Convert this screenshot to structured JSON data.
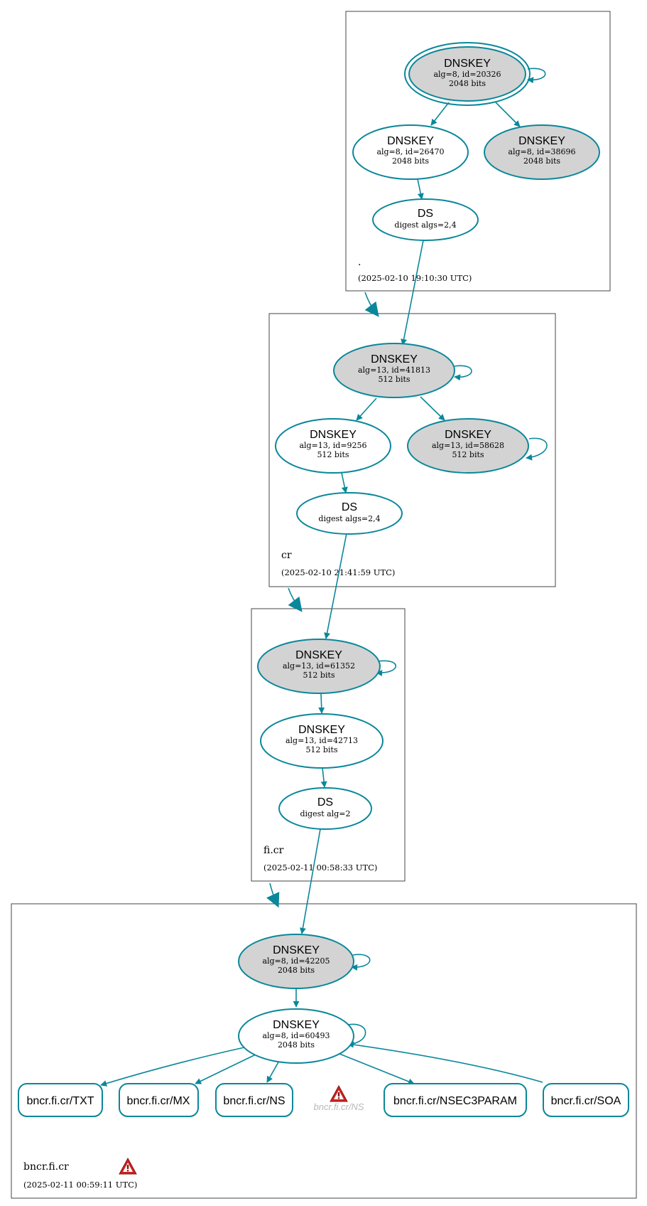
{
  "colors": {
    "accent": "#0a879a",
    "ksk_fill": "#d3d3d3",
    "warning": "#cc2222"
  },
  "zones": {
    "root": {
      "name": ".",
      "timestamp": "(2025-02-10 19:10:30 UTC)"
    },
    "cr": {
      "name": "cr",
      "timestamp": "(2025-02-10 21:41:59 UTC)"
    },
    "fi_cr": {
      "name": "fi.cr",
      "timestamp": "(2025-02-11 00:58:33 UTC)"
    },
    "bncr": {
      "name": "bncr.fi.cr",
      "timestamp": "(2025-02-11 00:59:11 UTC)",
      "warning_icon": "warning-triangle-icon"
    }
  },
  "nodes": {
    "root_ksk": {
      "title": "DNSKEY",
      "line1": "alg=8, id=20326",
      "line2": "2048 bits"
    },
    "root_zsk": {
      "title": "DNSKEY",
      "line1": "alg=8, id=26470",
      "line2": "2048 bits"
    },
    "root_ksk2": {
      "title": "DNSKEY",
      "line1": "alg=8, id=38696",
      "line2": "2048 bits"
    },
    "root_ds": {
      "title": "DS",
      "line1": "digest algs=2,4"
    },
    "cr_ksk": {
      "title": "DNSKEY",
      "line1": "alg=13, id=41813",
      "line2": "512 bits"
    },
    "cr_zsk": {
      "title": "DNSKEY",
      "line1": "alg=13, id=9256",
      "line2": "512 bits"
    },
    "cr_ksk2": {
      "title": "DNSKEY",
      "line1": "alg=13, id=58628",
      "line2": "512 bits"
    },
    "cr_ds": {
      "title": "DS",
      "line1": "digest algs=2,4"
    },
    "ficr_ksk": {
      "title": "DNSKEY",
      "line1": "alg=13, id=61352",
      "line2": "512 bits"
    },
    "ficr_zsk": {
      "title": "DNSKEY",
      "line1": "alg=13, id=42713",
      "line2": "512 bits"
    },
    "ficr_ds": {
      "title": "DS",
      "line1": "digest alg=2"
    },
    "bncr_ksk": {
      "title": "DNSKEY",
      "line1": "alg=8, id=42205",
      "line2": "2048 bits"
    },
    "bncr_zsk": {
      "title": "DNSKEY",
      "line1": "alg=8, id=60493",
      "line2": "2048 bits"
    }
  },
  "rrsets": {
    "txt": "bncr.fi.cr/TXT",
    "mx": "bncr.fi.cr/MX",
    "ns": "bncr.fi.cr/NS",
    "ns_missing": "bncr.fi.cr/NS",
    "nsec3param": "bncr.fi.cr/NSEC3PARAM",
    "soa": "bncr.fi.cr/SOA"
  }
}
